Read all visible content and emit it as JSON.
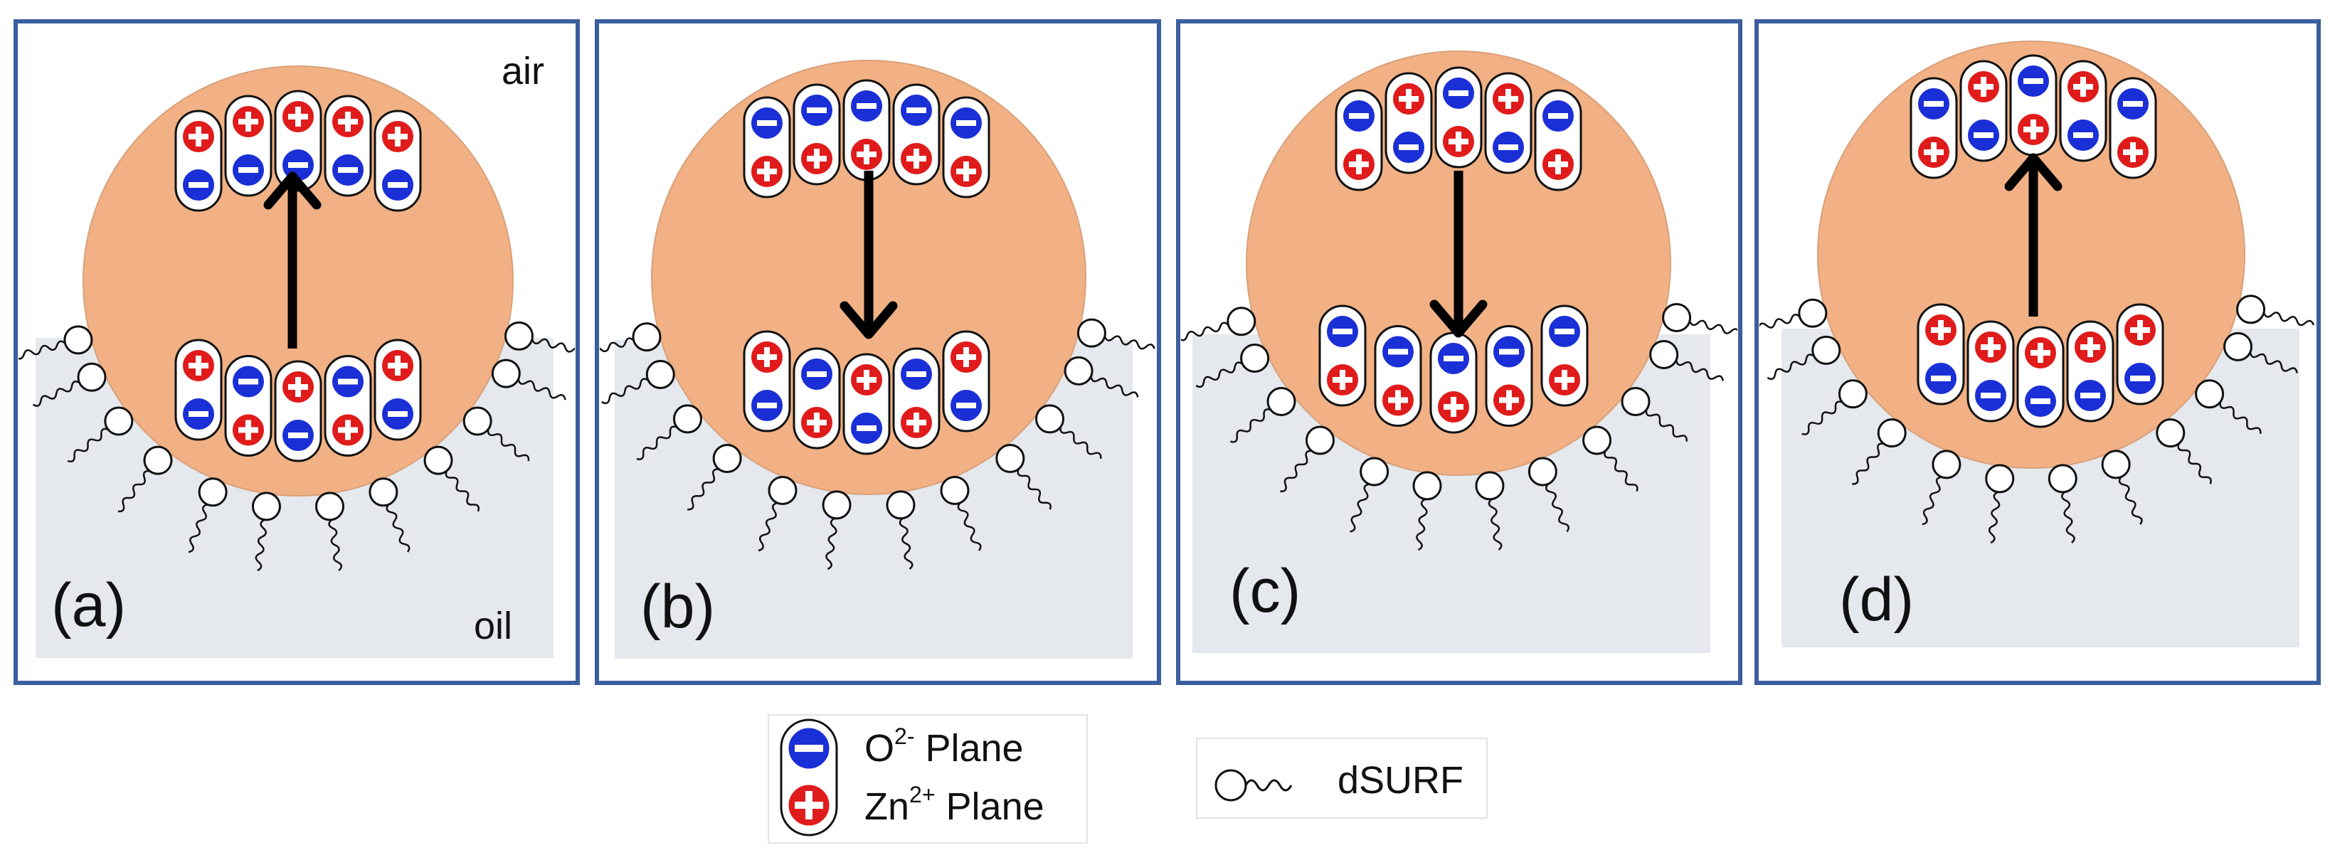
{
  "panels": [
    {
      "label": "(a)",
      "direction": "up",
      "top_text": "air",
      "bottom_text": "oil",
      "top_stack": [
        "+-",
        "+-",
        "+-",
        "+-",
        "+-"
      ],
      "bottom_stack": [
        "+-",
        "-+",
        "+-",
        "-+",
        "+-"
      ]
    },
    {
      "label": "(b)",
      "direction": "down",
      "top_text": "",
      "bottom_text": "",
      "top_stack": [
        "-+",
        "-+",
        "-+",
        "-+",
        "-+"
      ],
      "bottom_stack": [
        "+-",
        "-+",
        "+-",
        "-+",
        "+-"
      ]
    },
    {
      "label": "(c)",
      "direction": "down",
      "top_text": "",
      "bottom_text": "",
      "top_stack": [
        "-+",
        "+-",
        "-+",
        "+-",
        "-+"
      ],
      "bottom_stack": [
        "-+",
        "-+",
        "-+",
        "-+",
        "-+"
      ]
    },
    {
      "label": "(d)",
      "direction": "up",
      "top_text": "",
      "bottom_text": "",
      "top_stack": [
        "-+",
        "+-",
        "-+",
        "+-",
        "-+"
      ],
      "bottom_stack": [
        "+-",
        "+-",
        "+-",
        "+-",
        "+-"
      ]
    }
  ],
  "legend": {
    "o_plane_prefix": "O",
    "o_plane_sup": "2-",
    "o_plane_suffix": " Plane",
    "zn_plane_prefix": "Zn",
    "zn_plane_sup": "2+",
    "zn_plane_suffix": " Plane",
    "surf_label": "dSURF"
  },
  "colors": {
    "frame": "#3b5f9e",
    "droplet": "#f1b184",
    "oil": "#e5e8ed",
    "negative": "#1a2fd6",
    "positive": "#e01b1b"
  }
}
